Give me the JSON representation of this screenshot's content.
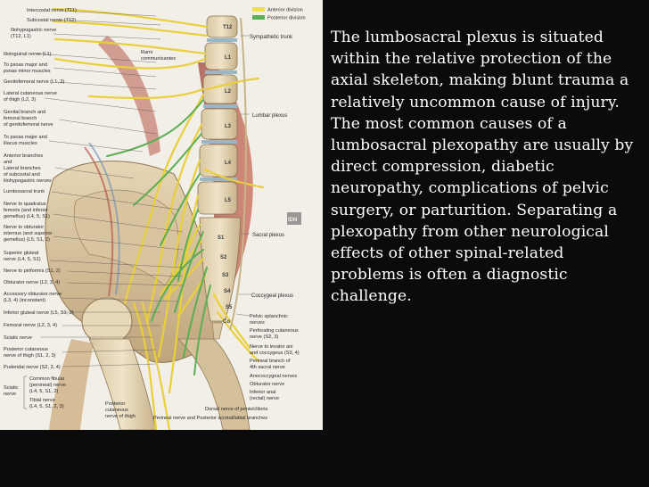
{
  "slide": {
    "body": "The lumbosacral plexus is situated within the relative protection of the axial skeleton, making blunt trauma a relatively uncommon cause of injury. The most common causes of a lumbosacral plexopathy are usually by direct compression, diabetic neuropathy, complications of pelvic surgery, or parturition. Separating a plexopathy from other neurological effects of other spinal-related problems is often a diagnostic challenge."
  },
  "figure": {
    "legend": {
      "anterior": "Anterior division",
      "posterior": "Posterior division"
    },
    "legend_colors": {
      "anterior": "#f2e04a",
      "posterior": "#5cae54"
    },
    "left_labels": [
      "Intercostal nerve (T11)",
      "Subcostal nerve (T12)",
      "Iliohypogastric nerve",
      "(T12, L1)",
      "Ilioinguinal nerve (L1)",
      "To psoas major and",
      "psoas minor muscles",
      "Genitofemoral nerve (L1, 2)",
      "Lateral cutaneous nerve",
      "of thigh (L2, 3)",
      "Genital branch and",
      "femoral branch",
      "of genitofemoral nerve",
      "To psoas major and",
      "iliacus muscles",
      "Anterior branches",
      "and",
      "Lateral branches",
      "of subcostal and",
      "iliohypogastric nerves",
      "Lumbosacral trunk",
      "Nerve to quadratus",
      "femoris (and inferior",
      "gemellus) (L4, 5, S1)",
      "Nerve to obturator",
      "internus (and superior",
      "gemellus) (L5, S1, 2)",
      "Superior gluteal",
      "nerve (L4, 5, S1)",
      "Nerve to piriformis (S1, 2)",
      "Obturator nerve (L2, 3, 4)",
      "Accessory obturator nerve",
      "(L3, 4) (inconstant)",
      "Inferior gluteal nerve (L5, S1, 2)",
      "Femoral nerve (L2, 3, 4)",
      "Sciatic nerve",
      "Posterior cutaneous",
      "nerve of thigh (S1, 2, 3)",
      "Pudendal nerve (S2, 3, 4)"
    ],
    "sciatic_group": {
      "title_1": "Sciatic",
      "title_2": "nerve",
      "items": [
        "Common fibular",
        "(peroneal) nerve",
        "(L4, 5, S1, 2)",
        "Tibial nerve",
        "(L4, 5, S1, 2, 3)"
      ]
    },
    "bottom_labels": [
      "Posterior",
      "cutaneous",
      "nerve of thigh",
      "Perineal nerve and Posterior scrotal/labial branches"
    ],
    "right_labels": [
      "Sympathetic trunk",
      "Lumbar plexus",
      "Sacral plexus",
      "Coccygeal plexus",
      "Pelvic splanchnic",
      "nerves",
      "Perforating cutaneous",
      "nerve (S2, 3)",
      "Nerve to levator ani",
      "and coccygeus (S3, 4)",
      "Perineal branch of",
      "4th sacral nerve",
      "Anococcygeal nerves",
      "Obturator nerve",
      "Inferior anal",
      "(rectal) nerve",
      "Dorsal nerve of penis/clitoris"
    ],
    "rami": [
      "Rami",
      "communicantes"
    ],
    "vertebrae": [
      "T12",
      "L1",
      "L2",
      "L3",
      "L4",
      "L5",
      "S1",
      "S2",
      "S3",
      "S4",
      "S5",
      "Co"
    ]
  }
}
